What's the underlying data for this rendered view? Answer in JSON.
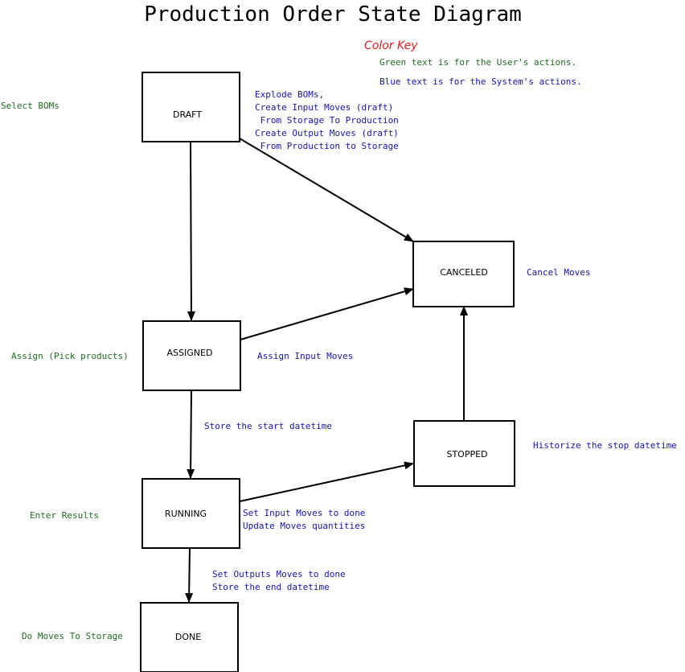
{
  "title": "Production Order State Diagram",
  "color_key": {
    "heading": "Color Key",
    "green_note": "Green text is for the User's actions.",
    "blue_note": "Blue text is for the System's actions."
  },
  "colors": {
    "user_action": "#1f6b1f",
    "system_action": "#1414b4",
    "key_heading": "#e11e1e"
  },
  "states": {
    "draft": "DRAFT",
    "canceled": "CANCELED",
    "assigned": "ASSIGNED",
    "stopped": "STOPPED",
    "running": "RUNNING",
    "done": "DONE"
  },
  "user_actions": {
    "draft": "Select BOMs",
    "assigned": "Assign (Pick products)",
    "running": "Enter Results",
    "done": "Do Moves To Storage"
  },
  "system_actions": {
    "draft": [
      "Explode BOMs,",
      "Create Input Moves (draft)",
      " From Storage To Production",
      "Create Output Moves (draft)",
      " From Production to Storage"
    ],
    "canceled": "Cancel Moves",
    "assigned": "Assign Input Moves",
    "assigned_to_running": "Store the start datetime",
    "stopped": "Historize the stop datetime",
    "running": [
      "Set Input Moves to done",
      "Update Moves quantities"
    ],
    "running_to_done": [
      "Set Outputs Moves to done",
      "Store the end datetime"
    ]
  }
}
